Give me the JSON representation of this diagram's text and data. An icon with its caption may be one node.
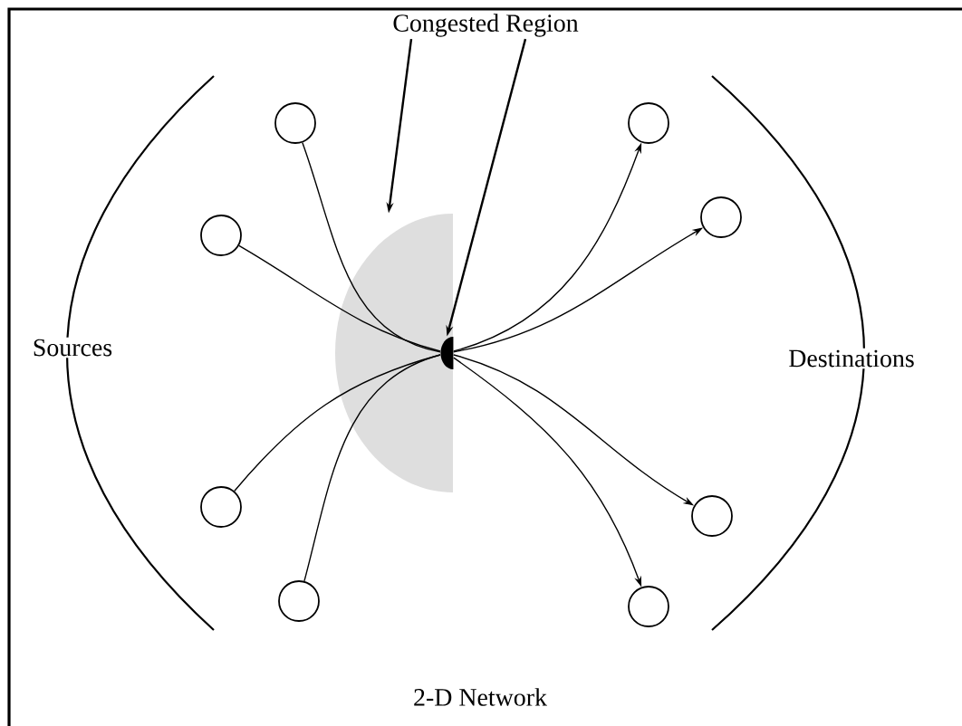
{
  "diagram": {
    "nodes": [
      {
        "text": [
          "Congested Region"
        ]
      },
      {
        "text": [],
        "shape": "semicircle"
      },
      {
        "text": [],
        "shape": "dot",
        "in": 1
      },
      {
        "text": [],
        "shape": "circle"
      },
      {
        "text": [],
        "shape": "circle"
      },
      {
        "text": [],
        "shape": "circle"
      },
      {
        "text": [],
        "shape": "circle"
      },
      {
        "text": [],
        "shape": "circle"
      },
      {
        "text": [],
        "shape": "circle"
      },
      {
        "text": [],
        "shape": "circle"
      },
      {
        "text": [],
        "shape": "circle"
      }
    ],
    "edges": [
      {
        "from": 0,
        "to": 1,
        "arrow": "to"
      },
      {
        "from": 0,
        "to": 2,
        "arrow": "to"
      },
      {
        "from": 3,
        "to": 2,
        "arrow": "none"
      },
      {
        "from": 4,
        "to": 2,
        "arrow": "none"
      },
      {
        "from": 5,
        "to": 2,
        "arrow": "none"
      },
      {
        "from": 6,
        "to": 2,
        "arrow": "none"
      },
      {
        "from": 2,
        "to": 7,
        "arrow": "to"
      },
      {
        "from": 2,
        "to": 8,
        "arrow": "to"
      },
      {
        "from": 2,
        "to": 9,
        "arrow": "to"
      },
      {
        "from": 2,
        "to": 10,
        "arrow": "to"
      }
    ],
    "labels": [
      "Sources",
      "Destinations",
      "2-D Network"
    ]
  }
}
